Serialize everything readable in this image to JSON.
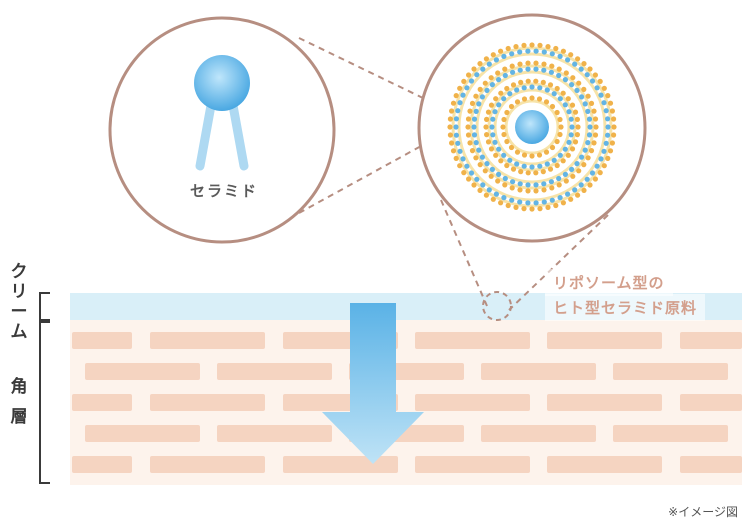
{
  "colors": {
    "circle_border": "#b68e81",
    "dash_line": "#b68e81",
    "head": "#5cb3e6",
    "tail": "#aed9f2",
    "lipid_orange": "#f0b24a",
    "lipid_blue": "#63b4e4",
    "skin_bg": "#fdf3ec",
    "brick": "#f5d4c1",
    "cream_band": "#d9eff8",
    "arrow_top": "#5ab2e6",
    "arrow_bottom": "#b7def4",
    "callout_text": "#d39f8c",
    "label_text": "#3a3a3a"
  },
  "ceramide_label": "セラミド",
  "callout": {
    "line1": "リポソーム型の",
    "line2": "ヒト型セラミド原料"
  },
  "side_labels": {
    "cream": [
      "ク",
      "リ",
      "ー",
      "ム"
    ],
    "stratum": [
      "角",
      "層"
    ]
  },
  "footnote": "※イメージ図"
}
